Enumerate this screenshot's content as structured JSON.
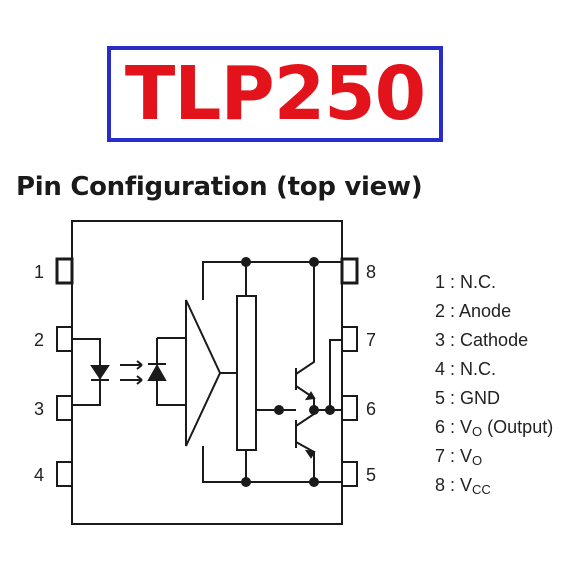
{
  "title": "TLP250",
  "subtitle": "Pin Configuration (top view)",
  "colors": {
    "title_text": "#e3131b",
    "title_border": "#2a2cc9",
    "lines": "#1a1a1a"
  },
  "pins_left": [
    "1",
    "2",
    "3",
    "4"
  ],
  "pins_right": [
    "8",
    "7",
    "6",
    "5"
  ],
  "pin_list": [
    {
      "num": "1",
      "sep": " : ",
      "name": "N.C.",
      "sub": "",
      "suffix": ""
    },
    {
      "num": "2",
      "sep": " : ",
      "name": "Anode",
      "sub": "",
      "suffix": ""
    },
    {
      "num": "3",
      "sep": " : ",
      "name": "Cathode",
      "sub": "",
      "suffix": ""
    },
    {
      "num": "4",
      "sep": " : ",
      "name": "N.C.",
      "sub": "",
      "suffix": ""
    },
    {
      "num": "5",
      "sep": " : ",
      "name": "GND",
      "sub": "",
      "suffix": ""
    },
    {
      "num": "6",
      "sep": " : ",
      "name": "V",
      "sub": "O",
      "suffix": " (Output)"
    },
    {
      "num": "7",
      "sep": " : ",
      "name": "V",
      "sub": "O",
      "suffix": ""
    },
    {
      "num": "8",
      "sep": " : ",
      "name": "V",
      "sub": "CC",
      "suffix": ""
    }
  ]
}
